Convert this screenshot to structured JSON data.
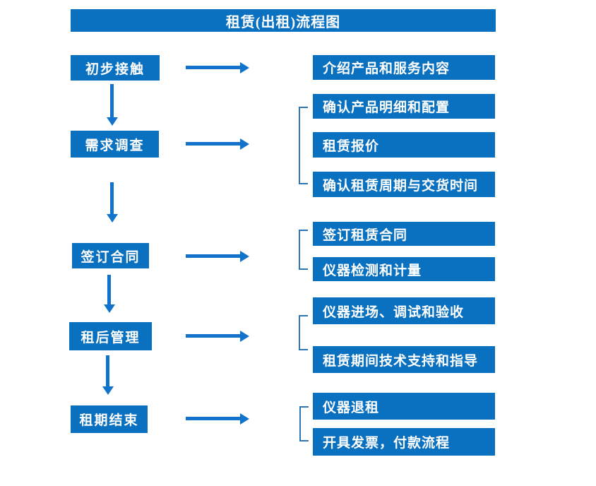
{
  "title": "租赁(出租)流程图",
  "colors": {
    "box_blue": "#0a70c0",
    "arrow_blue": "#1273cc",
    "bracket_blue": "#2e75b6",
    "text_white": "#ffffff"
  },
  "stages": [
    {
      "label": "初步接触",
      "outputs": [
        "介绍产品和服务内容"
      ]
    },
    {
      "label": "需求调查",
      "outputs": [
        "确认产品明细和配置",
        "租赁报价",
        "确认租赁周期与交货时间"
      ]
    },
    {
      "label": "签订合同",
      "outputs": [
        "签订租赁合同",
        "仪器检测和计量"
      ]
    },
    {
      "label": "租后管理",
      "outputs": [
        "仪器进场、调试和验收",
        "租赁期间技术支持和指导"
      ]
    },
    {
      "label": "租期结束",
      "outputs": [
        "仪器退租",
        "开具发票，付款流程"
      ]
    }
  ]
}
